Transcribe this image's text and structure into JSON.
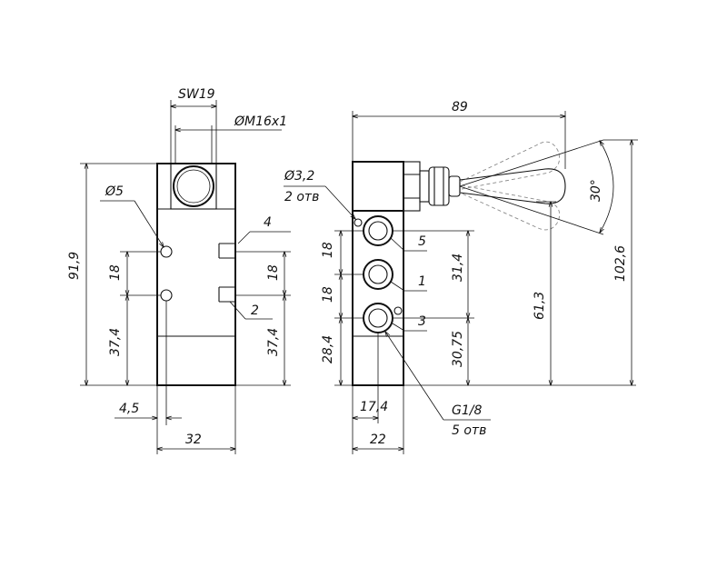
{
  "front_view": {
    "wrench_size": "SW19",
    "thread": "ØM16x1",
    "mount_hole": "Ø5",
    "height_total": "91,9",
    "hole_spacing_left": "18",
    "hole_spacing_right": "18",
    "bottom_left": "37,4",
    "bottom_right": "37,4",
    "hole_offset": "4,5",
    "width": "32",
    "port_4": "4",
    "port_2": "2"
  },
  "side_view": {
    "overall_length": "89",
    "small_hole": "Ø3,2",
    "small_hole_count": "2 отв",
    "port_5": "5",
    "port_1": "1",
    "port_3": "3",
    "pitch_top": "18",
    "pitch_bottom": "18",
    "bottom_offset": "28,4",
    "span_a": "31,4",
    "span_b": "30,75",
    "lever_height": "61,3",
    "total_height": "102,6",
    "angle": "30°",
    "port_center": "17,4",
    "depth": "22",
    "port_thread": "G1/8",
    "port_count": "5 отв"
  }
}
